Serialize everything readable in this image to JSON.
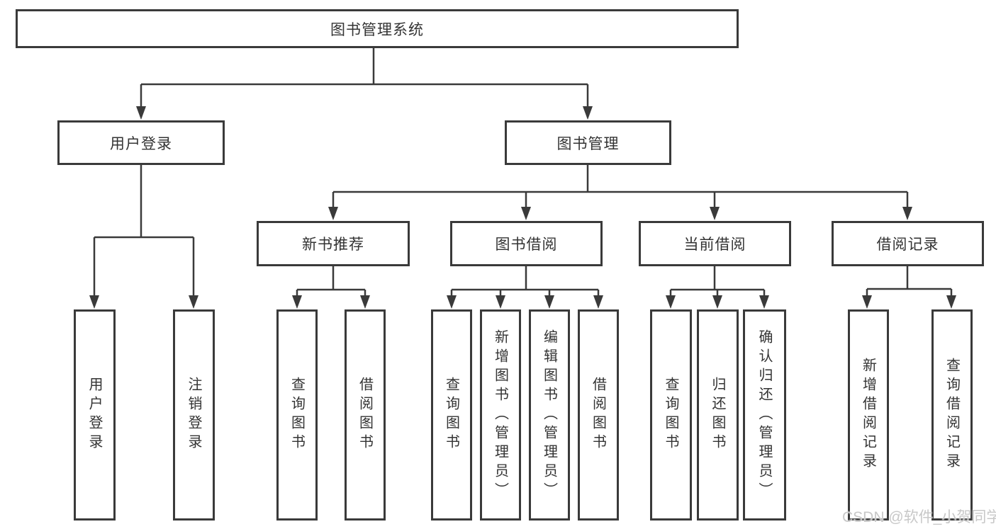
{
  "diagram": {
    "type": "tree",
    "root": {
      "label": "图书管理系统"
    },
    "level2": [
      {
        "label": "用户登录"
      },
      {
        "label": "图书管理"
      }
    ],
    "level3": [
      {
        "label": "新书推荐"
      },
      {
        "label": "图书借阅"
      },
      {
        "label": "当前借阅"
      },
      {
        "label": "借阅记录"
      }
    ],
    "leaves": {
      "user_login": [
        {
          "label": "用户登录"
        },
        {
          "label": "注销登录"
        }
      ],
      "new_book_recommend": [
        {
          "label": "查询图书"
        },
        {
          "label": "借阅图书"
        }
      ],
      "book_borrow": [
        {
          "label": "查询图书"
        },
        {
          "label": "新增图书（管理员）"
        },
        {
          "label": "编辑图书（管理员）"
        },
        {
          "label": "借阅图书"
        }
      ],
      "current_borrow": [
        {
          "label": "查询图书"
        },
        {
          "label": "归还图书"
        },
        {
          "label": "确认归还（管理员）"
        }
      ],
      "borrow_records": [
        {
          "label": "新增借阅记录"
        },
        {
          "label": "查询借阅记录"
        }
      ]
    }
  },
  "watermark": {
    "text": "CSDN @软件_小贺同学",
    "color": "#c8c8c8"
  },
  "colors": {
    "line": "#3a3a3a",
    "box_border": "#3a3a3a",
    "text": "#333333",
    "background": "#ffffff"
  }
}
